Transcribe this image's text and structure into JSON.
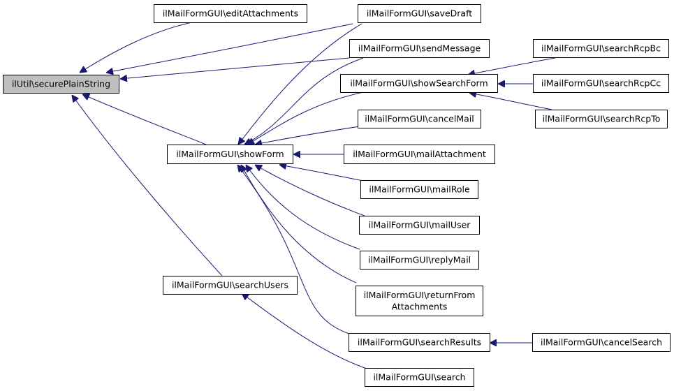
{
  "colors": {
    "edge": "#191970",
    "root_fill": "#bfbfbf",
    "node_fill": "#ffffff",
    "node_border": "#000000"
  },
  "nodes": {
    "root": {
      "lines": [
        "ilUtil\\securePlainString"
      ]
    },
    "editAttachments": {
      "lines": [
        "ilMailFormGUI\\editAttachments"
      ]
    },
    "saveDraft": {
      "lines": [
        "ilMailFormGUI\\saveDraft"
      ]
    },
    "sendMessage": {
      "lines": [
        "ilMailFormGUI\\sendMessage"
      ]
    },
    "showSearchForm": {
      "lines": [
        "ilMailFormGUI\\showSearchForm"
      ]
    },
    "searchRcpBc": {
      "lines": [
        "ilMailFormGUI\\searchRcpBc"
      ]
    },
    "searchRcpCc": {
      "lines": [
        "ilMailFormGUI\\searchRcpCc"
      ]
    },
    "searchRcpTo": {
      "lines": [
        "ilMailFormGUI\\searchRcpTo"
      ]
    },
    "cancelMail": {
      "lines": [
        "ilMailFormGUI\\cancelMail"
      ]
    },
    "showForm": {
      "lines": [
        "ilMailFormGUI\\showForm"
      ]
    },
    "mailAttachment": {
      "lines": [
        "ilMailFormGUI\\mailAttachment"
      ]
    },
    "mailRole": {
      "lines": [
        "ilMailFormGUI\\mailRole"
      ]
    },
    "mailUser": {
      "lines": [
        "ilMailFormGUI\\mailUser"
      ]
    },
    "replyMail": {
      "lines": [
        "ilMailFormGUI\\replyMail"
      ]
    },
    "returnFromAttachments": {
      "lines": [
        "ilMailFormGUI\\returnFrom",
        "Attachments"
      ]
    },
    "searchUsers": {
      "lines": [
        "ilMailFormGUI\\searchUsers"
      ]
    },
    "searchResults": {
      "lines": [
        "ilMailFormGUI\\searchResults"
      ]
    },
    "cancelSearch": {
      "lines": [
        "ilMailFormGUI\\cancelSearch"
      ]
    },
    "search": {
      "lines": [
        "ilMailFormGUI\\search"
      ]
    }
  },
  "edges": [
    {
      "from": "editAttachments",
      "to": "root"
    },
    {
      "from": "saveDraft",
      "to": "root"
    },
    {
      "from": "sendMessage",
      "to": "root"
    },
    {
      "from": "showForm",
      "to": "root"
    },
    {
      "from": "searchUsers",
      "to": "root"
    },
    {
      "from": "saveDraft",
      "to": "showForm"
    },
    {
      "from": "sendMessage",
      "to": "showForm"
    },
    {
      "from": "showSearchForm",
      "to": "showForm"
    },
    {
      "from": "cancelMail",
      "to": "showForm"
    },
    {
      "from": "mailAttachment",
      "to": "showForm"
    },
    {
      "from": "mailRole",
      "to": "showForm"
    },
    {
      "from": "mailUser",
      "to": "showForm"
    },
    {
      "from": "replyMail",
      "to": "showForm"
    },
    {
      "from": "returnFromAttachments",
      "to": "showForm"
    },
    {
      "from": "searchResults",
      "to": "showForm"
    },
    {
      "from": "searchRcpBc",
      "to": "showSearchForm"
    },
    {
      "from": "searchRcpCc",
      "to": "showSearchForm"
    },
    {
      "from": "searchRcpTo",
      "to": "showSearchForm"
    },
    {
      "from": "cancelSearch",
      "to": "searchResults"
    },
    {
      "from": "search",
      "to": "searchUsers"
    }
  ]
}
